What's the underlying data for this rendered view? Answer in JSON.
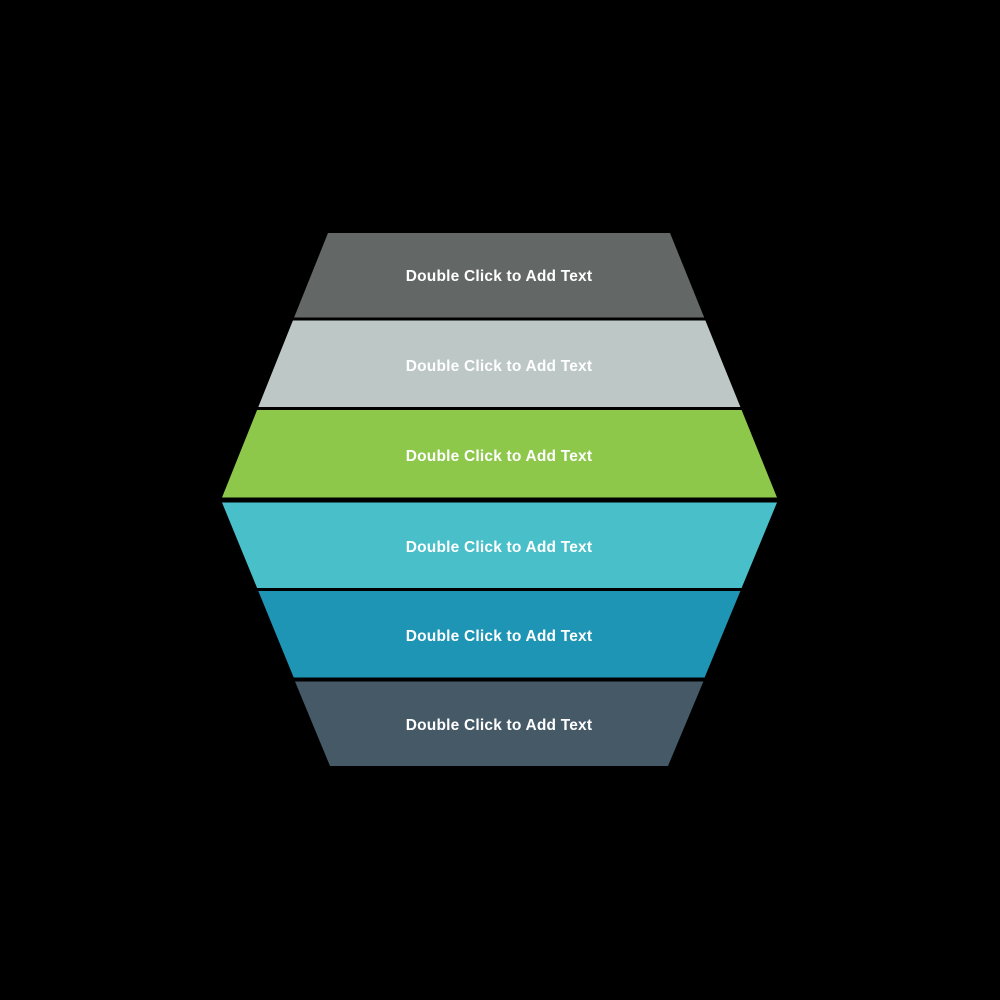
{
  "canvas": {
    "background_color": "#000000"
  },
  "diagram": {
    "type": "hexagon-stacked-list",
    "band_count": 6,
    "bands": [
      {
        "label": "Double Click to Add Text",
        "color": "#636766",
        "text_color": "#FFFFFF"
      },
      {
        "label": "Double Click to Add Text",
        "color": "#BCC7C6",
        "text_color": "#FFFFFF"
      },
      {
        "label": "Double Click to Add Text",
        "color": "#8EC84B",
        "text_color": "#FFFFFF"
      },
      {
        "label": "Double Click to Add Text",
        "color": "#49BFC9",
        "text_color": "#FFFFFF"
      },
      {
        "label": "Double Click to Add Text",
        "color": "#1E95B4",
        "text_color": "#FFFFFF"
      },
      {
        "label": "Double Click to Add Text",
        "color": "#455A66",
        "text_color": "#FFFFFF"
      }
    ]
  }
}
